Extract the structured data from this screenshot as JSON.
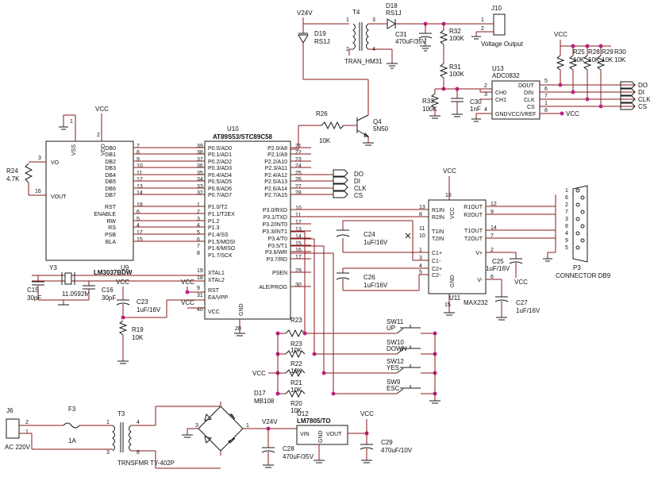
{
  "labels": {
    "v24v_top": "V24V",
    "t4": "T4",
    "d18": "D18",
    "d18_val": "RS1J",
    "d19": "D19",
    "d19_val": "RS1J",
    "t4_val": "TRAN_HM31",
    "c31": "C31",
    "c31_val": "470uF/35V",
    "r32": "R32",
    "r32_val": "100K",
    "j10": "J10",
    "voltage_output": "Voltage Output",
    "r31": "R31",
    "r31_val": "100K",
    "r33": "R33",
    "r33_val": "100K",
    "c30": "C30",
    "c30_val": "1nF",
    "u13": "U13",
    "u13_val": "ADC0832",
    "r25": "R25",
    "r28": "R28",
    "r29": "R29",
    "r30": "R30",
    "r10k": "10K",
    "vcc": "VCC",
    "do": "DO",
    "di": "DI",
    "clk": "CLK",
    "cs": "CS",
    "r26": "R26",
    "r26_val": "10K",
    "q4": "Q4",
    "q4_val": "5N50",
    "u10": "U10",
    "u10_val": "AT89S53/STC89C58",
    "r24": "R24",
    "r24_val": "4.7K",
    "y3": "Y3",
    "u9": "U9",
    "lm_label": "LM3037BDW",
    "c15": "C15",
    "c15_val": "30pF",
    "xtal": "11.0592M",
    "c16": "C16",
    "c16_val": "30pF",
    "c23": "C23",
    "c23_val": "1uF/16V",
    "r19": "R19",
    "r19_val": "10K",
    "r23": "R23",
    "r22": "R22",
    "r21": "R21",
    "r20": "R20",
    "c24": "C24",
    "c24_val": "1uF/16V",
    "c26": "C26",
    "c26_val": "1uF/16V",
    "u11": "U11",
    "u11_val": "MAX232",
    "c25": "C25",
    "c25_val": "1uF/16V",
    "c27": "C27",
    "c27_val": "1uF/16V",
    "p3": "P3",
    "p3_val": "CONNECTOR DB9",
    "sw11": "SW11",
    "up": "UP",
    "sw10": "SW10",
    "down": "DOWN",
    "sw12": "SW12",
    "yes": "YES",
    "sw9": "SW9",
    "esc": "ESC",
    "d17": "D17",
    "d17_val": "MB108",
    "j6": "J6",
    "ac220": "AC 220V",
    "f3": "F3",
    "f3_val": "1A",
    "t3": "T3",
    "t3_val": "TRNSFMR TY-402P",
    "v24v_bot": "V24V",
    "u12": "U12",
    "u12_val": "LM7805/TO",
    "vin": "VIN",
    "vout": "VOUT",
    "gnd": "GND",
    "c28": "C28",
    "c28_val": "470uF/35V",
    "c29": "C29",
    "c29_val": "470uF/10V",
    "lcd_vss": "VSS",
    "lcd_vdd": "VDD",
    "lcd_vo": "VO",
    "lcd_vout": "VOUT",
    "lcd_pins": [
      "DB0",
      "DB1",
      "DB2",
      "DB3",
      "DB4",
      "DB5",
      "DB6",
      "DB7",
      "RST",
      "ENABLE",
      "RW",
      "RS",
      "PSB",
      "BLA"
    ],
    "lcd_pin_nums": [
      "7",
      "8",
      "9",
      "10",
      "11",
      "12",
      "13",
      "14",
      "18",
      "6",
      "5",
      "4",
      "17",
      "15"
    ],
    "mcu_left": [
      "P0.0/AD0",
      "P0.1/AD1",
      "P0.2/AD2",
      "P0.3/AD3",
      "P0.4/AD4",
      "P0.5/AD5",
      "P0.6/AD6",
      "P0.7/AD7",
      "P1.0/T2",
      "P1.1/T2EX",
      "P1.2",
      "P1.3",
      "P1.4/SS",
      "P1.5/MOSI",
      "P1.6/MISO",
      "P1.7/SCK",
      "XTAL1",
      "XTAL2",
      "RST",
      "EA/VPP",
      "VCC"
    ],
    "mcu_left_nums": [
      "39",
      "38",
      "37",
      "36",
      "35",
      "34",
      "33",
      "32",
      "1",
      "2",
      "3",
      "4",
      "5",
      "6",
      "7",
      "8",
      "19",
      "18",
      "9",
      "31",
      "40"
    ],
    "mcu_right": [
      "P2.0/A8",
      "P2.1/A9",
      "P2.2/A10",
      "P2.3/A11",
      "P2.4/A12",
      "P2.5/A13",
      "P2.6/A14",
      "P2.7/A15",
      "P3.0/RXD",
      "P3.1/TXD",
      "P3.2/INT0",
      "P3.3/INT1",
      "P3.4/T0",
      "P3.5/T1",
      "P3.6/WR",
      "P3.7/RD",
      "PSEN",
      "ALE/PROG"
    ],
    "mcu_right_nums": [
      "21",
      "22",
      "23",
      "24",
      "25",
      "26",
      "27",
      "28",
      "10",
      "11",
      "12",
      "13",
      "14",
      "15",
      "16",
      "17",
      "29",
      "30"
    ],
    "mcu_gnd_num": "20",
    "max_left": [
      "R1IN",
      "R2IN",
      "T1IN",
      "T2IN",
      "C1+",
      "C1-",
      "C2+",
      "C2-"
    ],
    "max_left_nums": [
      "13",
      "8",
      "11",
      "10",
      "1",
      "3",
      "4",
      "5"
    ],
    "max_right": [
      "R1OUT",
      "R2OUT",
      "T1OUT",
      "T2OUT",
      "V+",
      "V-"
    ],
    "max_right_nums": [
      "12",
      "9",
      "14",
      "7",
      "2",
      "6"
    ],
    "max_vcc": "VCC",
    "max_vcc_num": "16",
    "max_gnd_num": "15",
    "adc_left": [
      "CH0",
      "CH1",
      "GND"
    ],
    "adc_left_nums": [
      "2",
      "3",
      "4"
    ],
    "adc_right": [
      "DOUT",
      "DIN",
      "CLK",
      "CS",
      "VCC/VREF"
    ],
    "adc_right_nums": [
      "5",
      "6",
      "7",
      "1",
      "8"
    ],
    "db9_nums": [
      "1",
      "6",
      "2",
      "7",
      "3",
      "8",
      "4",
      "9",
      "5"
    ]
  }
}
